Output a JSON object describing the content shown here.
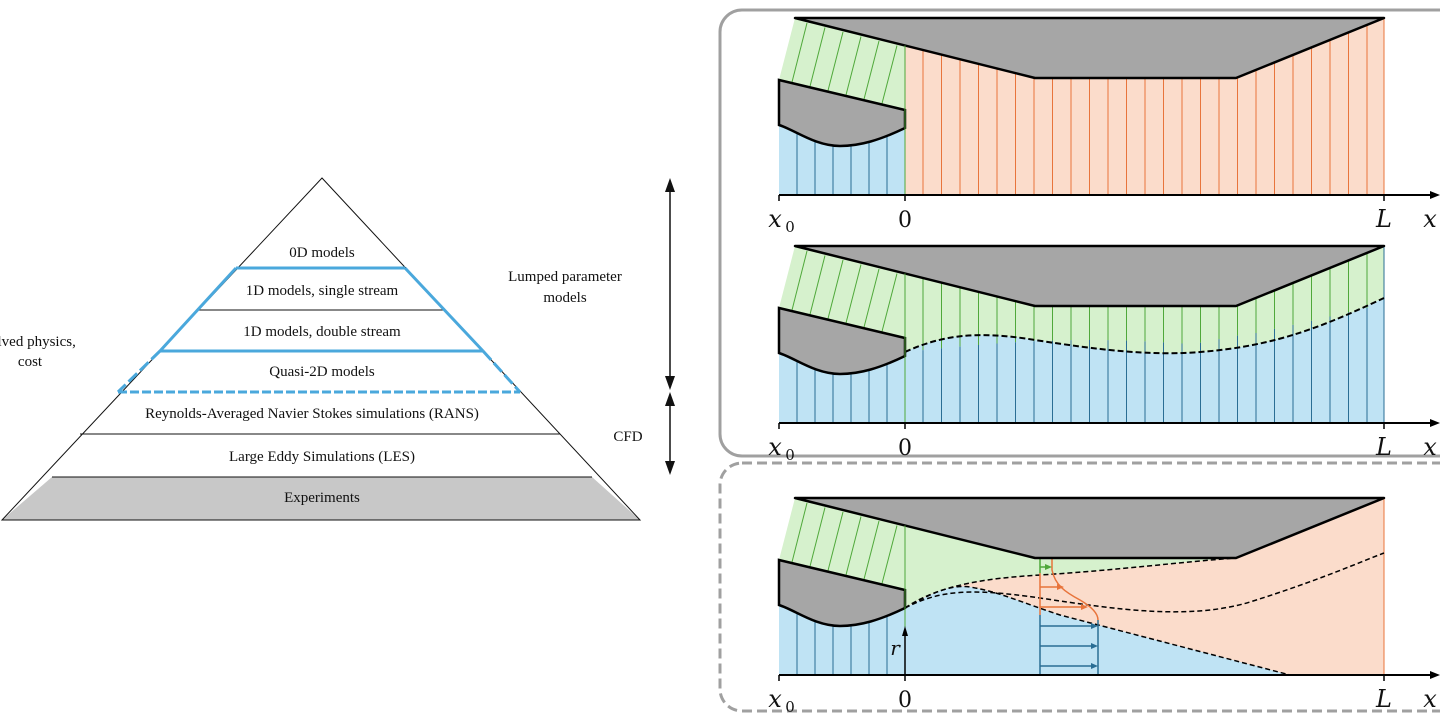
{
  "pyramid": {
    "levels": [
      "0D models",
      "1D models, single stream",
      "1D models, double stream",
      "Quasi-2D models",
      "Reynolds-Averaged Navier Stokes simulations (RANS)",
      "Large Eddy Simulations (LES)",
      "Experiments"
    ],
    "left_label": [
      "solved physics,",
      "cost"
    ],
    "right_labels": {
      "lumped": [
        "Lumped parameter",
        "models"
      ],
      "cfd": "CFD"
    }
  },
  "axis_labels": {
    "x0": "x",
    "x0_sub": "0",
    "zero": "0",
    "L": "L",
    "x": "x",
    "r": "r"
  },
  "colors": {
    "green": "#d6f1cd",
    "green_line": "#4fa83a",
    "blue": "#bfe3f4",
    "blue_line": "#2a6e94",
    "orange": "#fbdccb",
    "orange_line": "#e8743b",
    "gray": "#a6a6a6",
    "highlight": "#4aa8dc",
    "frame": "#a0a0a0"
  }
}
